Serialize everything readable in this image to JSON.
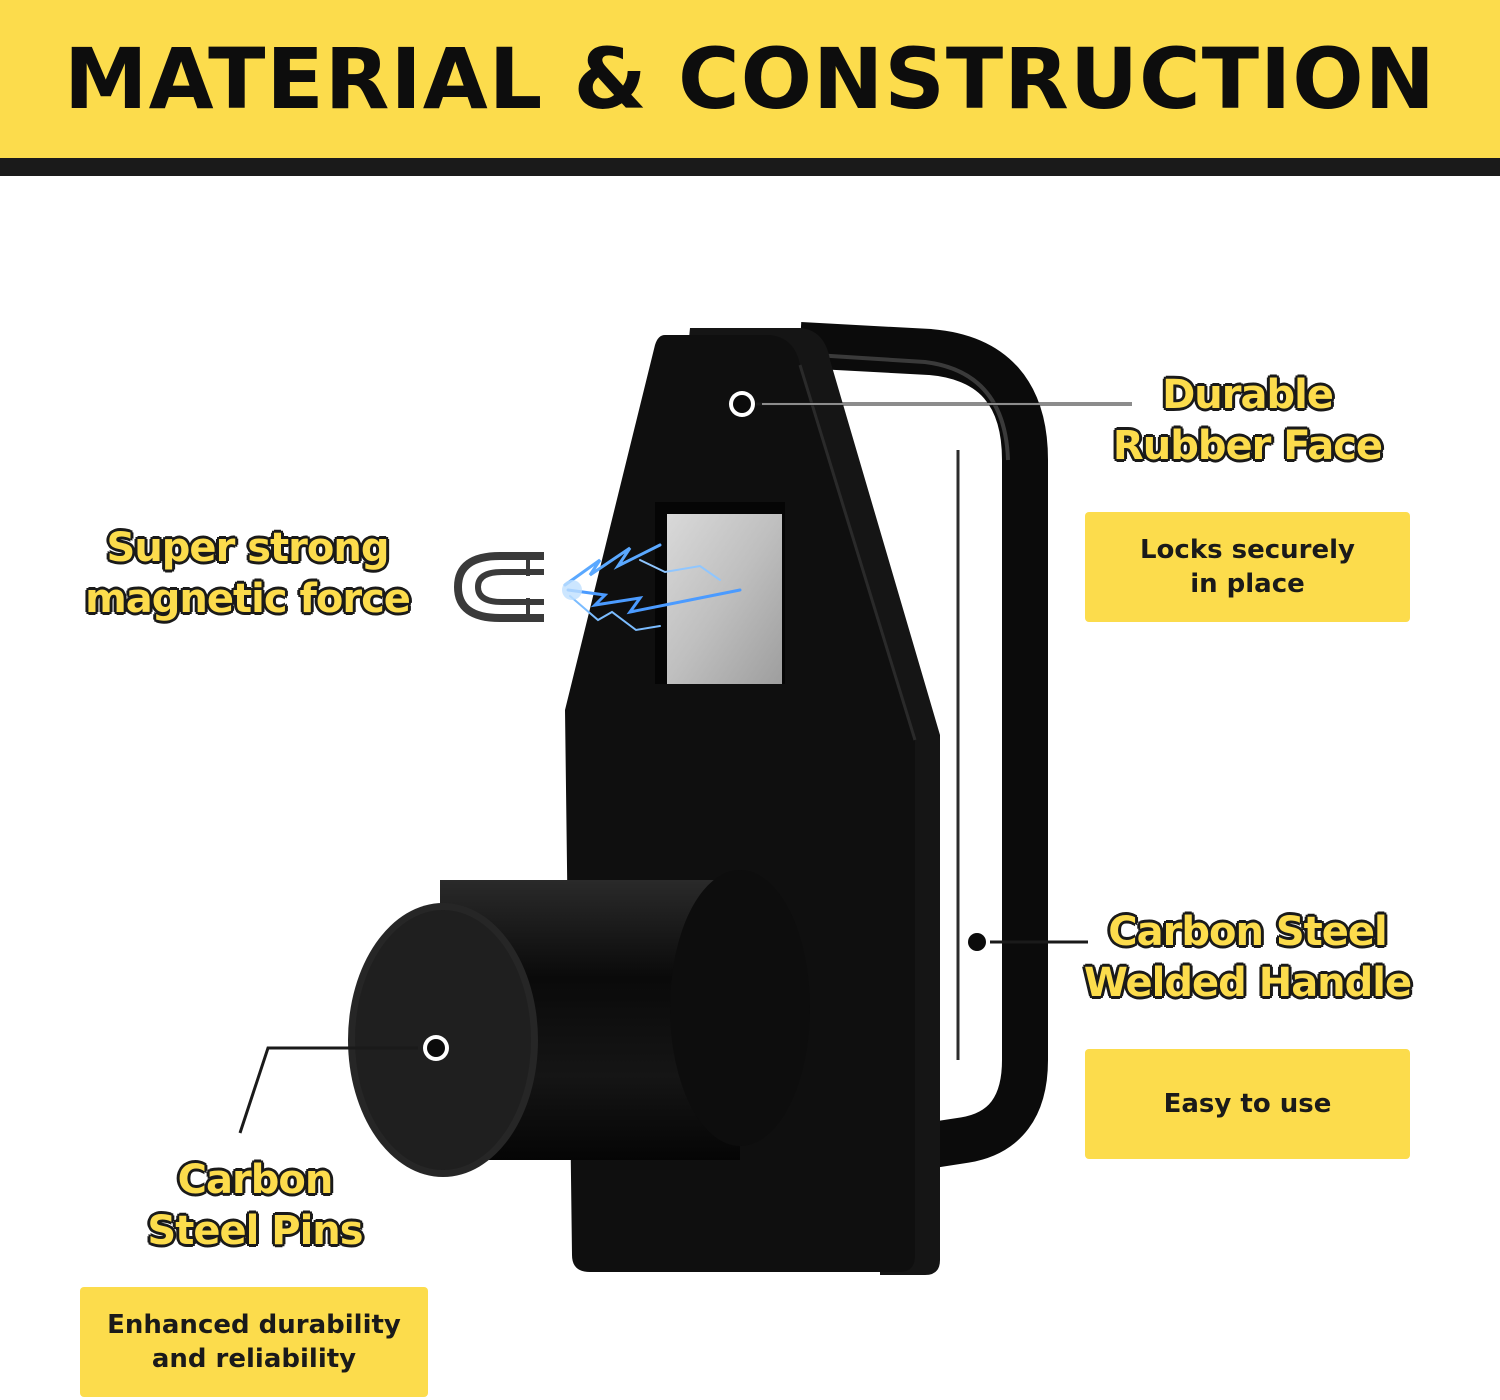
{
  "header": {
    "title": "MATERIAL & CONSTRUCTION"
  },
  "features": {
    "magnet": {
      "line1": "Super strong",
      "line2": "magnetic force"
    },
    "rubber_face": {
      "line1": "Durable",
      "line2": "Rubber Face",
      "caption_line1": "Locks securely",
      "caption_line2": "in place"
    },
    "handle": {
      "line1": "Carbon Steel",
      "line2": "Welded Handle",
      "caption": "Easy to use"
    },
    "pins": {
      "line1": "Carbon",
      "line2": "Steel Pins",
      "caption_line1": "Enhanced durability",
      "caption_line2": "and reliability"
    }
  },
  "colors": {
    "accent": "#fcdc4c",
    "dark": "#1a1a1a",
    "product": "#0f0f0f"
  },
  "icons": [
    "horseshoe-magnet-icon",
    "lightning-icon",
    "callout-dot-icon"
  ]
}
